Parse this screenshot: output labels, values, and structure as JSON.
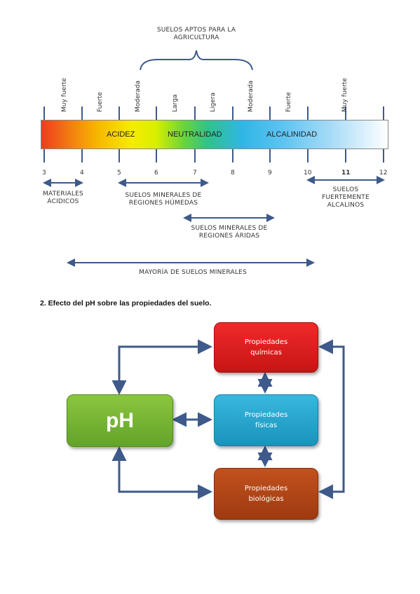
{
  "scale": {
    "top_caption": "SUELOS APTOS PARA LA AGRICULTURA",
    "intensity_labels_left": [
      "Muy fuerte",
      "Fuerte",
      "Moderada",
      "Larga"
    ],
    "intensity_labels_right": [
      "Ligera",
      "Moderada",
      "Fuerte",
      "Muy fuerte"
    ],
    "bar_labels": {
      "acid": "ACIDEZ",
      "neutral": "NEUTRALIDAD",
      "alkaline": "ALCALINIDAD"
    },
    "ph_values": [
      "3",
      "4",
      "5",
      "6",
      "7",
      "8",
      "9",
      "10",
      "11",
      "12"
    ],
    "ranges": {
      "acid_materials": "MATERIALES ÁCIDICOS",
      "humid_soils": "SUELOS MINERALES DE REGIONES HÚMEDAS",
      "strong_alkaline": "SUELOS FUERTEMENTE ALCALINOS",
      "arid_soils": "SUELOS MINERALES DE REGIONES ÁRIDAS",
      "mineral_majority": "MAYORÍA DE SUELOS MINERALES"
    }
  },
  "section": {
    "title": "2.  Efecto del pH sobre las propiedades del suelo."
  },
  "diagram": {
    "ph": "pH",
    "chemical": {
      "line1": "Propiedades",
      "line2": "químicas"
    },
    "physical": {
      "line1": "Propiedades",
      "line2": "físicas"
    },
    "biological": {
      "line1": "Propiedades",
      "line2": "biológicas"
    },
    "arrow_color": "#3e5a8a"
  }
}
